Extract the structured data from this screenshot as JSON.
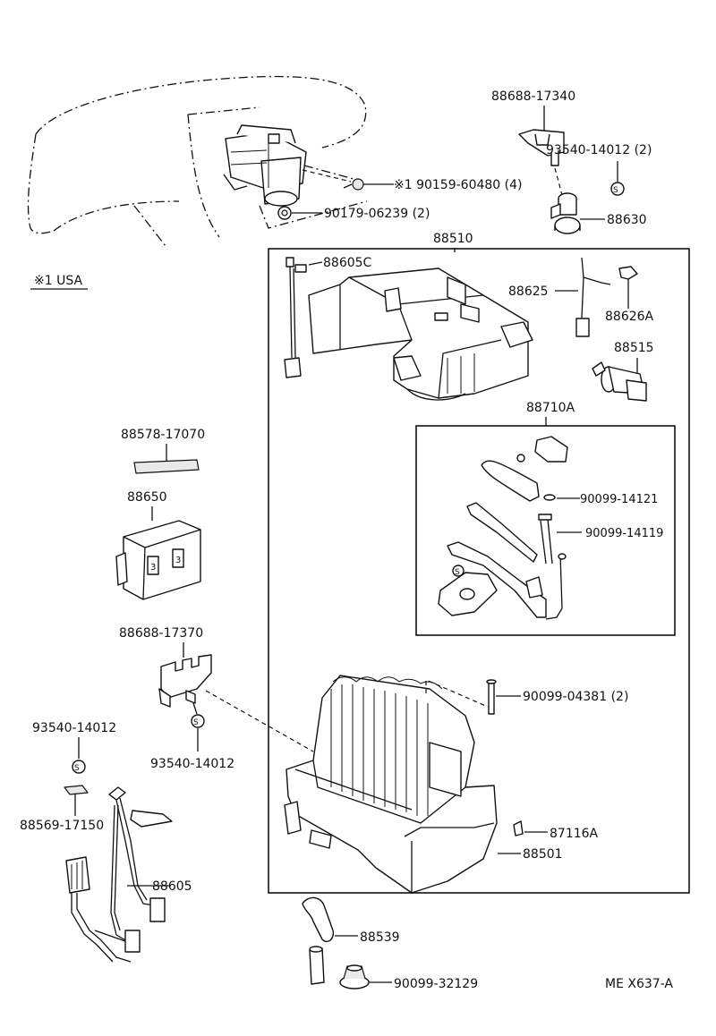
{
  "labels": {
    "bracket_top": "88688-17340",
    "clip_top": "93540-14012 (2)",
    "screw_usa": "※1  90159-60480 (4)",
    "washer": "90179-06239 (2)",
    "sensor": "88630",
    "unit_assy": "88510",
    "wire_88605c": "88605C",
    "usa_note": "※1  USA",
    "sensor_88625": "88625",
    "clip_88626a": "88626A",
    "valve_88515": "88515",
    "pipe_set": "88710A",
    "oring_1": "90099-14121",
    "oring_2": "90099-14119",
    "cover_strip": "88578-17070",
    "amplifier": "88650",
    "bracket_mid": "88688-17370",
    "bolt": "90099-04381 (2)",
    "clip_left": "93540-14012",
    "clip_mid": "93540-14012",
    "pad": "88569-17150",
    "clamp": "87116A",
    "evaporator": "88501",
    "wire_harness": "88605",
    "hose": "88539",
    "grommet": "90099-32129",
    "diagram_code": "ME  X637-A"
  }
}
